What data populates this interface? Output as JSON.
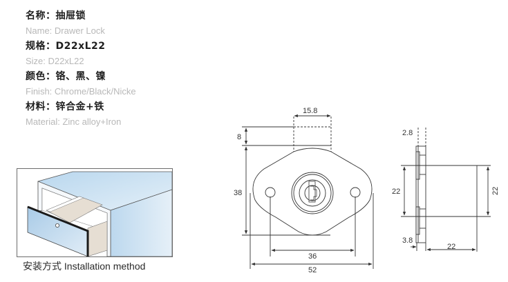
{
  "specs": {
    "name_cn": "名称：抽屉锁",
    "name_en": "Name: Drawer Lock",
    "size_cn": "规格：D22xL22",
    "size_en": "Size: D22xL22",
    "finish_cn": "颜色：铬、黑、镍",
    "finish_en": "Finish: Chrome/Black/Nicke",
    "material_cn": "材料：锌合金+铁",
    "material_en": "Material: Zinc alloy+Iron"
  },
  "installation": {
    "caption": "安装方式 Installation method",
    "illustration": "drawer-illustration",
    "colors": {
      "cabinet": "#cfe3f3",
      "drawer_inside": "#e6ded3",
      "edge": "#1a1a1a"
    }
  },
  "front_view": {
    "dims": {
      "top_width": "15.8",
      "top_height": "8",
      "height": "38",
      "hole_spacing": "36",
      "width": "52"
    }
  },
  "side_view": {
    "dims": {
      "plate_thickness": "2.8",
      "left_height": "22",
      "right_height": "22",
      "flange": "3.8",
      "length": "22"
    }
  }
}
